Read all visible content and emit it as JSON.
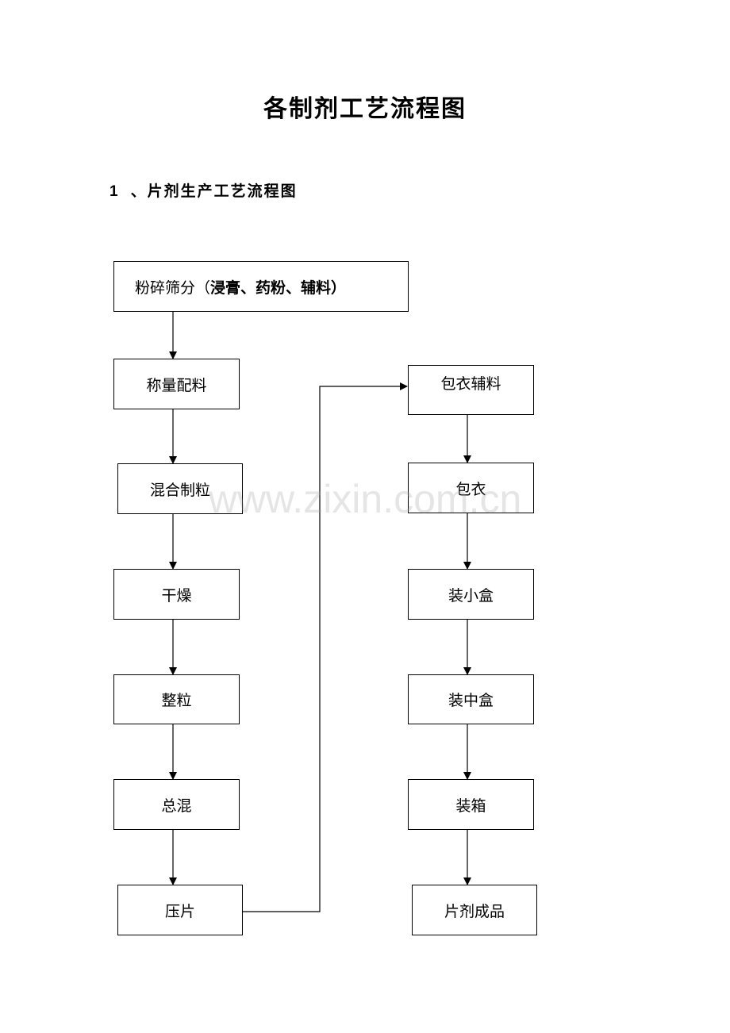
{
  "title": "各制剂工艺流程图",
  "section": {
    "number": "1",
    "heading": "、片剂生产工艺流程图"
  },
  "steps": {
    "s1_prefix": "粉碎筛分（",
    "s1_bold": "浸膏、药粉、辅料）",
    "s2": "称量配料",
    "s3": "混合制粒",
    "s4": "干燥",
    "s5": "整粒",
    "s6": "总混",
    "s7": "压片",
    "s8": "包衣辅料",
    "s9": "包衣",
    "s10": "装小盒",
    "s11": "装中盒",
    "s12": "装箱",
    "s13": "片剂成品"
  },
  "watermark": "www.zixin.com.cn"
}
